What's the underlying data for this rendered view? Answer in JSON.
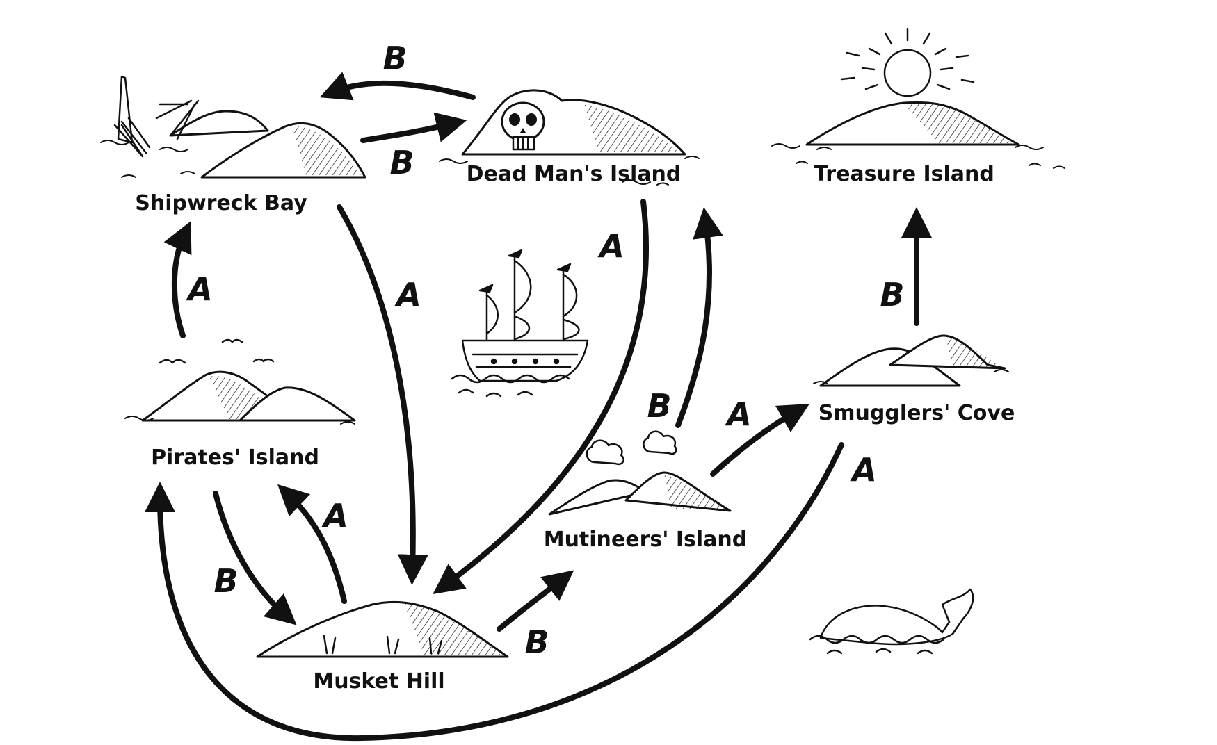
{
  "islands": {
    "shipwreck_bay": "Shipwreck Bay",
    "dead_mans_island": "Dead Man's Island",
    "treasure_island": "Treasure Island",
    "pirates_island": "Pirates' Island",
    "smugglers_cove": "Smugglers' Cove",
    "mutineers_island": "Mutineers' Island",
    "musket_hill": "Musket Hill"
  },
  "routes": [
    {
      "from": "Dead Man's Island",
      "to": "Shipwreck Bay",
      "label": "B"
    },
    {
      "from": "Shipwreck Bay",
      "to": "Dead Man's Island",
      "label": "B"
    },
    {
      "from": "Pirates' Island",
      "to": "Shipwreck Bay",
      "label": "A"
    },
    {
      "from": "Shipwreck Bay",
      "to": "Musket Hill",
      "label": "A"
    },
    {
      "from": "Dead Man's Island",
      "to": "Musket Hill",
      "label": "A"
    },
    {
      "from": "Mutineers' Island",
      "to": "Dead Man's Island",
      "label": "B"
    },
    {
      "from": "Smugglers' Cove",
      "to": "Treasure Island",
      "label": "B"
    },
    {
      "from": "Mutineers' Island",
      "to": "Smugglers' Cove",
      "label": "A"
    },
    {
      "from": "Smugglers' Cove",
      "to": "Pirates' Island",
      "label": "A"
    },
    {
      "from": "Pirates' Island",
      "to": "Musket Hill",
      "label": "B"
    },
    {
      "from": "Musket Hill",
      "to": "Pirates' Island",
      "label": "A"
    },
    {
      "from": "Musket Hill",
      "to": "Mutineers' Island",
      "label": "B"
    }
  ]
}
